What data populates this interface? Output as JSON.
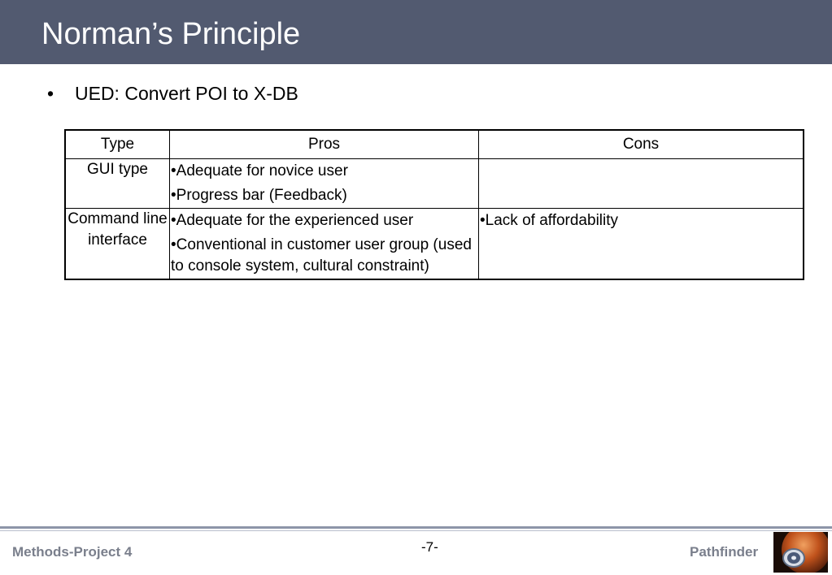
{
  "slide": {
    "title": "Norman’s Principle",
    "bullet_symbol": "•",
    "bullet": "UED: Convert POI to X-DB"
  },
  "table": {
    "headers": [
      "Type",
      "Pros",
      "Cons"
    ],
    "rows": [
      {
        "type": "GUI type",
        "pros": [
          "•Adequate for novice user",
          "•Progress bar (Feedback)"
        ],
        "cons": []
      },
      {
        "type": "Command line interface",
        "pros": [
          "•Adequate for the experienced user",
          "•Conventional in customer user group (used to console system, cultural constraint)"
        ],
        "cons": [
          "•Lack of affordability"
        ]
      }
    ]
  },
  "footer": {
    "left": "Methods-Project 4",
    "page": "-7-",
    "right": "Pathfinder",
    "logo_icon": "planet-disc-logo-icon"
  },
  "colors": {
    "title_bar": "#525a70",
    "footer_text": "#7a7f8c",
    "footer_rule": "#8d95a8"
  }
}
